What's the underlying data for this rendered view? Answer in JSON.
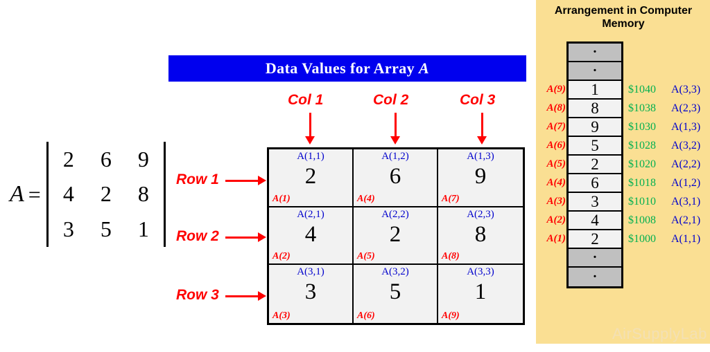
{
  "matrix": {
    "name": "A",
    "equals": "=",
    "rows": [
      [
        "2",
        "6",
        "9"
      ],
      [
        "4",
        "2",
        "8"
      ],
      [
        "3",
        "5",
        "1"
      ]
    ]
  },
  "banner": {
    "text": "Data Values for Array",
    "italic_suffix": "A"
  },
  "col_labels": [
    {
      "label": "Col 1"
    },
    {
      "label": "Col 2"
    },
    {
      "label": "Col 3"
    }
  ],
  "row_labels": [
    {
      "label": "Row 1"
    },
    {
      "label": "Row 2"
    },
    {
      "label": "Row 3"
    }
  ],
  "grid": {
    "cells": [
      {
        "index": "A(1,1)",
        "value": "2",
        "linear": "A(1)"
      },
      {
        "index": "A(1,2)",
        "value": "6",
        "linear": "A(4)"
      },
      {
        "index": "A(1,3)",
        "value": "9",
        "linear": "A(7)"
      },
      {
        "index": "A(2,1)",
        "value": "4",
        "linear": "A(2)"
      },
      {
        "index": "A(2,2)",
        "value": "2",
        "linear": "A(5)"
      },
      {
        "index": "A(2,3)",
        "value": "8",
        "linear": "A(8)"
      },
      {
        "index": "A(3,1)",
        "value": "3",
        "linear": "A(3)"
      },
      {
        "index": "A(3,2)",
        "value": "5",
        "linear": "A(6)"
      },
      {
        "index": "A(3,3)",
        "value": "1",
        "linear": "A(9)"
      }
    ]
  },
  "memory": {
    "title": "Arrangement in Computer Memory",
    "ellipsis_glyph": "·",
    "cells": [
      {
        "linear": "",
        "value": "·",
        "address": "",
        "ref": "",
        "kind": "ellipsis"
      },
      {
        "linear": "",
        "value": "·",
        "address": "",
        "ref": "",
        "kind": "ellipsis"
      },
      {
        "linear": "A(9)",
        "value": "1",
        "address": "$1040",
        "ref": "A(3,3)",
        "kind": "data"
      },
      {
        "linear": "A(8)",
        "value": "8",
        "address": "$1038",
        "ref": "A(2,3)",
        "kind": "data"
      },
      {
        "linear": "A(7)",
        "value": "9",
        "address": "$1030",
        "ref": "A(1,3)",
        "kind": "data"
      },
      {
        "linear": "A(6)",
        "value": "5",
        "address": "$1028",
        "ref": "A(3,2)",
        "kind": "data"
      },
      {
        "linear": "A(5)",
        "value": "2",
        "address": "$1020",
        "ref": "A(2,2)",
        "kind": "data"
      },
      {
        "linear": "A(4)",
        "value": "6",
        "address": "$1018",
        "ref": "A(1,2)",
        "kind": "data"
      },
      {
        "linear": "A(3)",
        "value": "3",
        "address": "$1010",
        "ref": "A(3,1)",
        "kind": "data"
      },
      {
        "linear": "A(2)",
        "value": "4",
        "address": "$1008",
        "ref": "A(2,1)",
        "kind": "data"
      },
      {
        "linear": "A(1)",
        "value": "2",
        "address": "$1000",
        "ref": "A(1,1)",
        "kind": "data"
      },
      {
        "linear": "",
        "value": "·",
        "address": "",
        "ref": "",
        "kind": "ellipsis"
      },
      {
        "linear": "",
        "value": "·",
        "address": "",
        "ref": "",
        "kind": "ellipsis"
      }
    ]
  },
  "watermark": {
    "text": "AirSupplyLab"
  },
  "colors": {
    "banner_bg": "#0000ee",
    "panel_bg": "#fadf93",
    "accent_red": "#ff0000",
    "accent_blue": "#0000cc",
    "accent_green": "#00b050",
    "cell_bg": "#f2f2f2",
    "ellipsis_bg": "#c0c0c0"
  }
}
